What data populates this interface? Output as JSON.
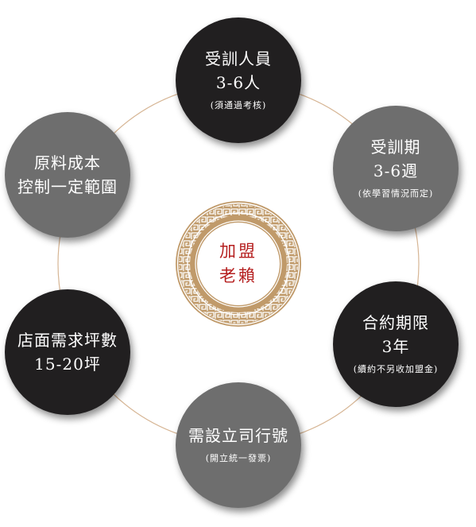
{
  "center": {
    "line1": "加盟",
    "line2": "老賴"
  },
  "colors": {
    "dark": "#211f20",
    "gray": "#6e6e6e",
    "gold": "#c09a6a",
    "accent": "#b51f1f",
    "ring": "#d6b594"
  },
  "items": [
    {
      "id": "trainees",
      "lines": [
        "受訓人員",
        "3-6人"
      ],
      "note": "(須通過考核)"
    },
    {
      "id": "training-period",
      "lines": [
        "受訓期",
        "3-6週"
      ],
      "note": "(依學習情況而定)"
    },
    {
      "id": "contract-term",
      "lines": [
        "合約期限",
        "3年"
      ],
      "note": "(續約不另收加盟金)"
    },
    {
      "id": "company",
      "lines": [
        "需設立司行號"
      ],
      "note": "(開立統一發票)"
    },
    {
      "id": "store-size",
      "lines": [
        "店面需求坪數",
        "15-20坪"
      ],
      "note": ""
    },
    {
      "id": "cost-control",
      "lines": [
        "原料成本",
        "控制一定範圍"
      ],
      "note": ""
    }
  ]
}
